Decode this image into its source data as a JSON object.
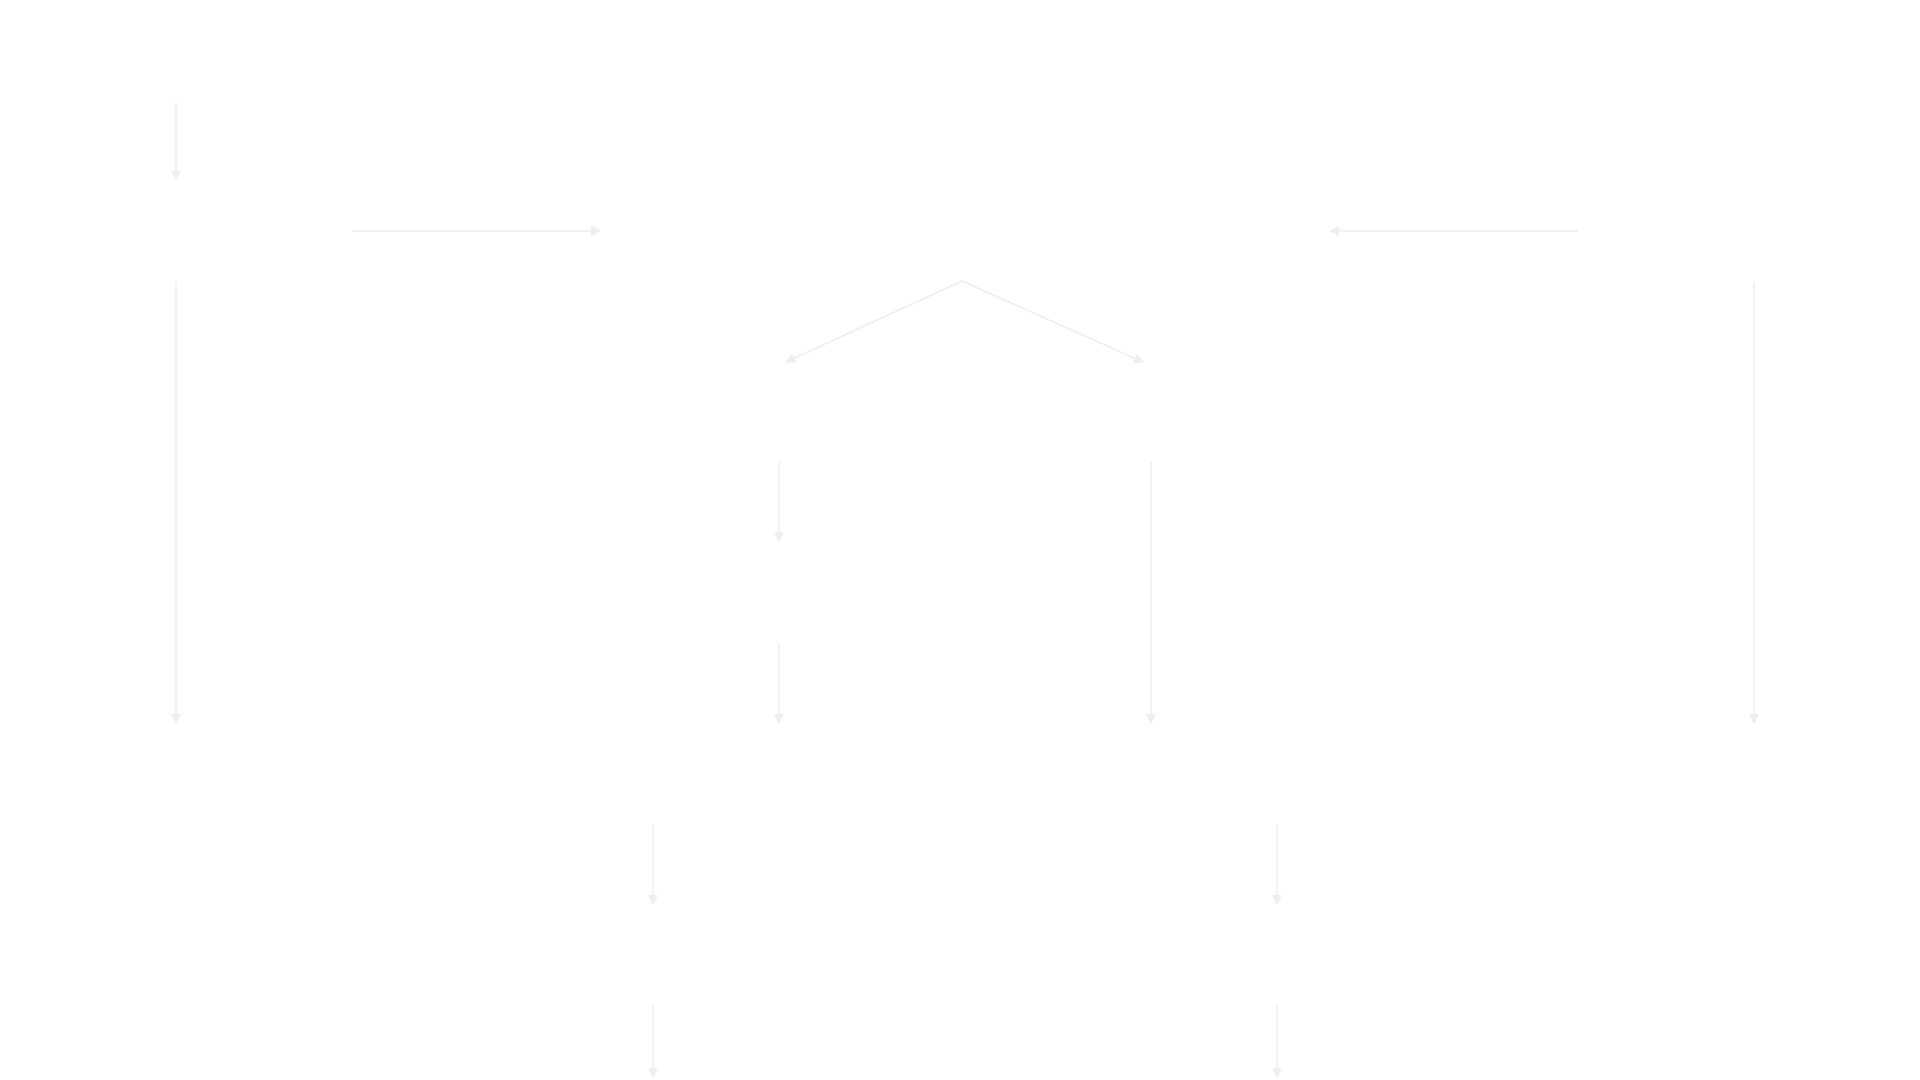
{
  "diagram": {
    "background_color": "#ffffff",
    "edge_color": "#eeeeee",
    "edges": [
      {
        "id": "e1",
        "label": ""
      },
      {
        "id": "e2",
        "label": ""
      },
      {
        "id": "e3",
        "label": ""
      },
      {
        "id": "e4",
        "label": ""
      },
      {
        "id": "e5",
        "label": ""
      },
      {
        "id": "e6",
        "label": ""
      },
      {
        "id": "e7",
        "label": ""
      },
      {
        "id": "e8",
        "label": ""
      },
      {
        "id": "e9",
        "label": ""
      },
      {
        "id": "e10",
        "label": ""
      },
      {
        "id": "e11",
        "label": ""
      },
      {
        "id": "e12",
        "label": ""
      },
      {
        "id": "e13",
        "label": ""
      },
      {
        "id": "e14",
        "label": ""
      },
      {
        "id": "e15",
        "label": ""
      }
    ]
  }
}
